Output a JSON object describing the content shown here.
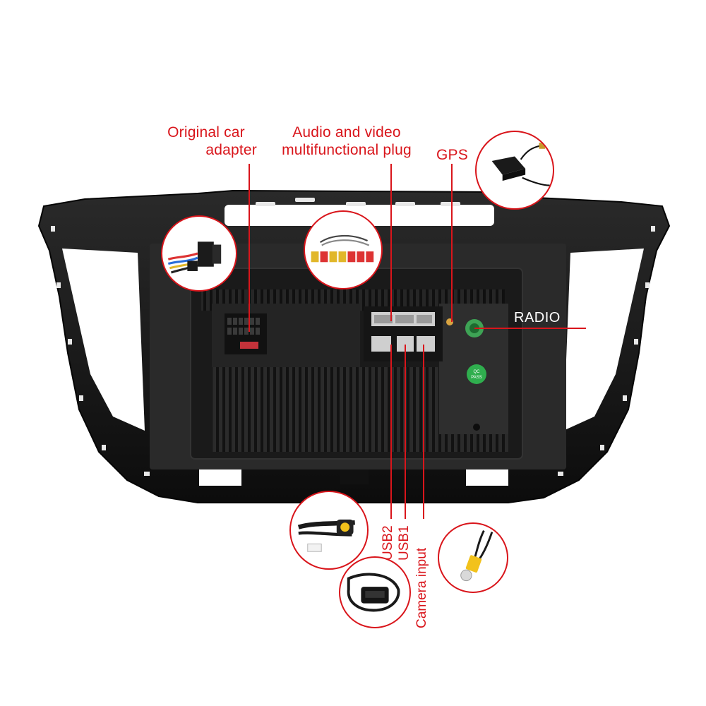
{
  "callouts": {
    "original_car_adapter": "Original car\nadapter",
    "original_car_adapter_line1": "Original car",
    "original_car_adapter_line2": "adapter",
    "av_plug_line1": "Audio and video",
    "av_plug_line2": "multifunctional plug",
    "gps": "GPS",
    "radio": "RADIO",
    "usb2": "USB2",
    "usb1": "USB1",
    "camera_input": "Camera input"
  },
  "device_marks": {
    "qc_badge": "QC\nPASS"
  },
  "colors": {
    "callout_red": "#d9151b",
    "frame_black": "#141414",
    "unit_dark": "#2a2a2a",
    "heatsink": "#1c1c1c",
    "connector_grey": "#cfcfcf",
    "gps_green": "#27a34a",
    "rca_yellow": "#f2c21b"
  },
  "insets": [
    {
      "name": "wiring-harness-inset",
      "icon": "harness-icon"
    },
    {
      "name": "rca-cable-inset",
      "icon": "rca-cables-icon"
    },
    {
      "name": "gps-antenna-inset",
      "icon": "gps-antenna-icon"
    },
    {
      "name": "usb-cable-inset",
      "icon": "usb-cable-icon"
    },
    {
      "name": "usb-plug-inset",
      "icon": "usb-plug-icon"
    },
    {
      "name": "camera-rca-inset",
      "icon": "rca-plug-icon"
    }
  ]
}
